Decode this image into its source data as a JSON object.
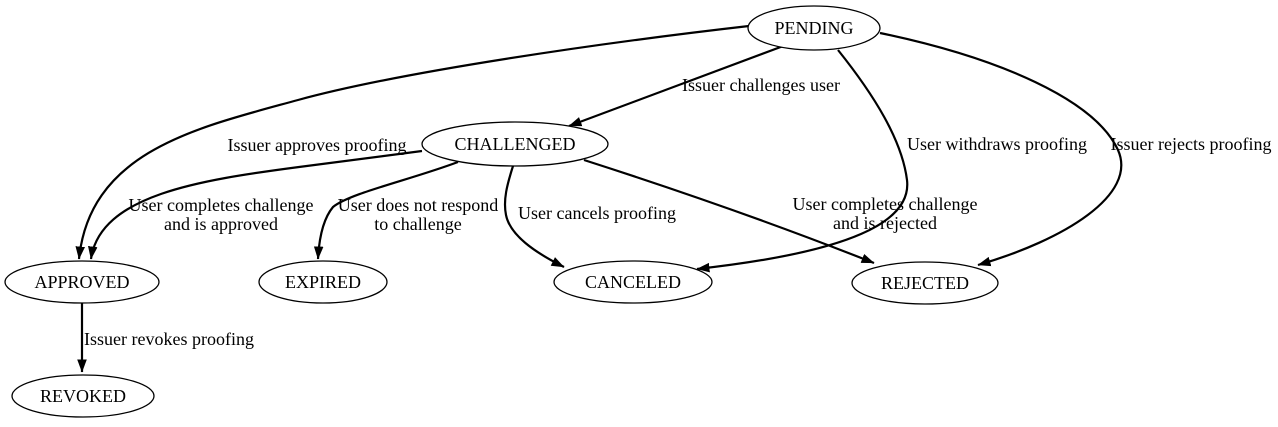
{
  "colors": {
    "background": "#ffffff",
    "line": "#000000",
    "text": "#000000"
  },
  "nodes": {
    "pending": {
      "label": "PENDING"
    },
    "challenged": {
      "label": "CHALLENGED"
    },
    "approved": {
      "label": "APPROVED"
    },
    "expired": {
      "label": "EXPIRED"
    },
    "canceled": {
      "label": "CANCELED"
    },
    "rejected": {
      "label": "REJECTED"
    },
    "revoked": {
      "label": "REVOKED"
    }
  },
  "edges": {
    "pending_challenged": {
      "from": "PENDING",
      "to": "CHALLENGED",
      "label": "Issuer challenges user"
    },
    "pending_approved": {
      "from": "PENDING",
      "to": "APPROVED",
      "label": "Issuer approves proofing"
    },
    "pending_canceled": {
      "from": "PENDING",
      "to": "CANCELED",
      "label": "User withdraws proofing"
    },
    "pending_rejected": {
      "from": "PENDING",
      "to": "REJECTED",
      "label": "Issuer rejects proofing"
    },
    "challenged_approved": {
      "from": "CHALLENGED",
      "to": "APPROVED",
      "label_lines": [
        "User completes challenge",
        "and is approved"
      ]
    },
    "challenged_expired": {
      "from": "CHALLENGED",
      "to": "EXPIRED",
      "label_lines": [
        "User does not respond",
        "to challenge"
      ]
    },
    "challenged_canceled": {
      "from": "CHALLENGED",
      "to": "CANCELED",
      "label": "User cancels proofing"
    },
    "challenged_rejected": {
      "from": "CHALLENGED",
      "to": "REJECTED",
      "label_lines": [
        "User completes challenge",
        "and is rejected"
      ]
    },
    "approved_revoked": {
      "from": "APPROVED",
      "to": "REVOKED",
      "label": "Issuer revokes proofing"
    }
  }
}
